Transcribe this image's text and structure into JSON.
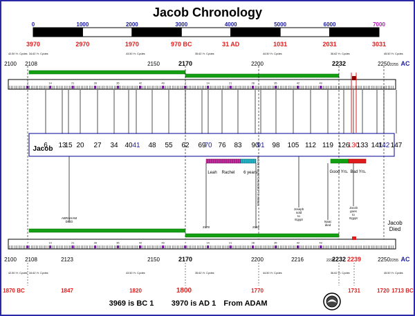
{
  "title": "Jacob Chronology",
  "scale": {
    "top_labels": [
      "0",
      "1000",
      "2000",
      "3000",
      "4000",
      "5000",
      "6000",
      "7000"
    ],
    "bottom_labels": [
      "3970",
      "2970",
      "1970",
      "970 BC",
      "31 AD",
      "1031",
      "2031",
      "3031"
    ]
  },
  "upper_band": {
    "cycle_notes": [
      "42.50 Yr. Cycles",
      "34.62 Yr. Cycles",
      "43.50 Yr. Cycles",
      "35.62 Yr. Cycles",
      "44.50 Yr. Cycles",
      "36.62 Yr. Cycles",
      "45.50 Yr. Cycles"
    ],
    "years": [
      "2100",
      "2108",
      "2150",
      "2170",
      "2200",
      "2232",
      "2250",
      "2255"
    ],
    "era_suffix": "AC",
    "small_ticks": [
      "7",
      "14",
      "21",
      "28",
      "35",
      "42",
      "49"
    ]
  },
  "jacob_bar": {
    "label": "Jacob",
    "ages": [
      "6",
      "13",
      "15",
      "20",
      "27",
      "34",
      "40",
      "41",
      "48",
      "55",
      "62",
      "69",
      "70",
      "76",
      "83",
      "90",
      "91",
      "98",
      "105",
      "112",
      "119",
      "126",
      "130",
      "133",
      "141",
      "142",
      "147"
    ]
  },
  "segments": {
    "leah": "Leah",
    "rachel": "Rachel",
    "six_years": "6 years",
    "good": "Good Yrs.",
    "bad": "Bad Yrs."
  },
  "events": {
    "abraham_died": "ABRAHAM DIED",
    "name_changed": "JACOB'S NAME CHANGED TO ISRAEL",
    "joseph_sold": "Joseph sold to Egypt",
    "isaac_died": "Isaac died",
    "jacob_goes": "Jacob goes to Egypt",
    "jacob_died": "Jacob Died",
    "mark_2178": "2178",
    "mark_2192": "2192"
  },
  "lower_band": {
    "years": [
      "2100",
      "2108",
      "2123",
      "2150",
      "2170",
      "2200",
      "2216",
      "2228",
      "2232",
      "2239",
      "2250",
      "2255"
    ],
    "era_suffix": "AC",
    "cycle_notes": [
      "42.50 Yr. Cycles",
      "34.62 Yr. Cycles",
      "43.50 Yr. Cycles",
      "35.62 Yr. Cycles",
      "44.50 Yr. Cycles",
      "36.62 Yr. Cycles",
      "45.50 Yr. Cycles"
    ],
    "bc_years": [
      "1870 BC",
      "1847",
      "1820",
      "1800",
      "1770",
      "1731",
      "1720",
      "1713 BC"
    ]
  },
  "footer": {
    "note_1": "3969 is BC 1",
    "note_2": "3970 is AD 1",
    "note_3": "From ADAM"
  },
  "colors": {
    "frame": "#2a2aa8",
    "red": "#e01b1b",
    "navy": "#1a1aa0",
    "green": "#12a012",
    "purple": "#7a18a8",
    "magenta": "#d02fa8",
    "cyan": "#28c4d8"
  }
}
